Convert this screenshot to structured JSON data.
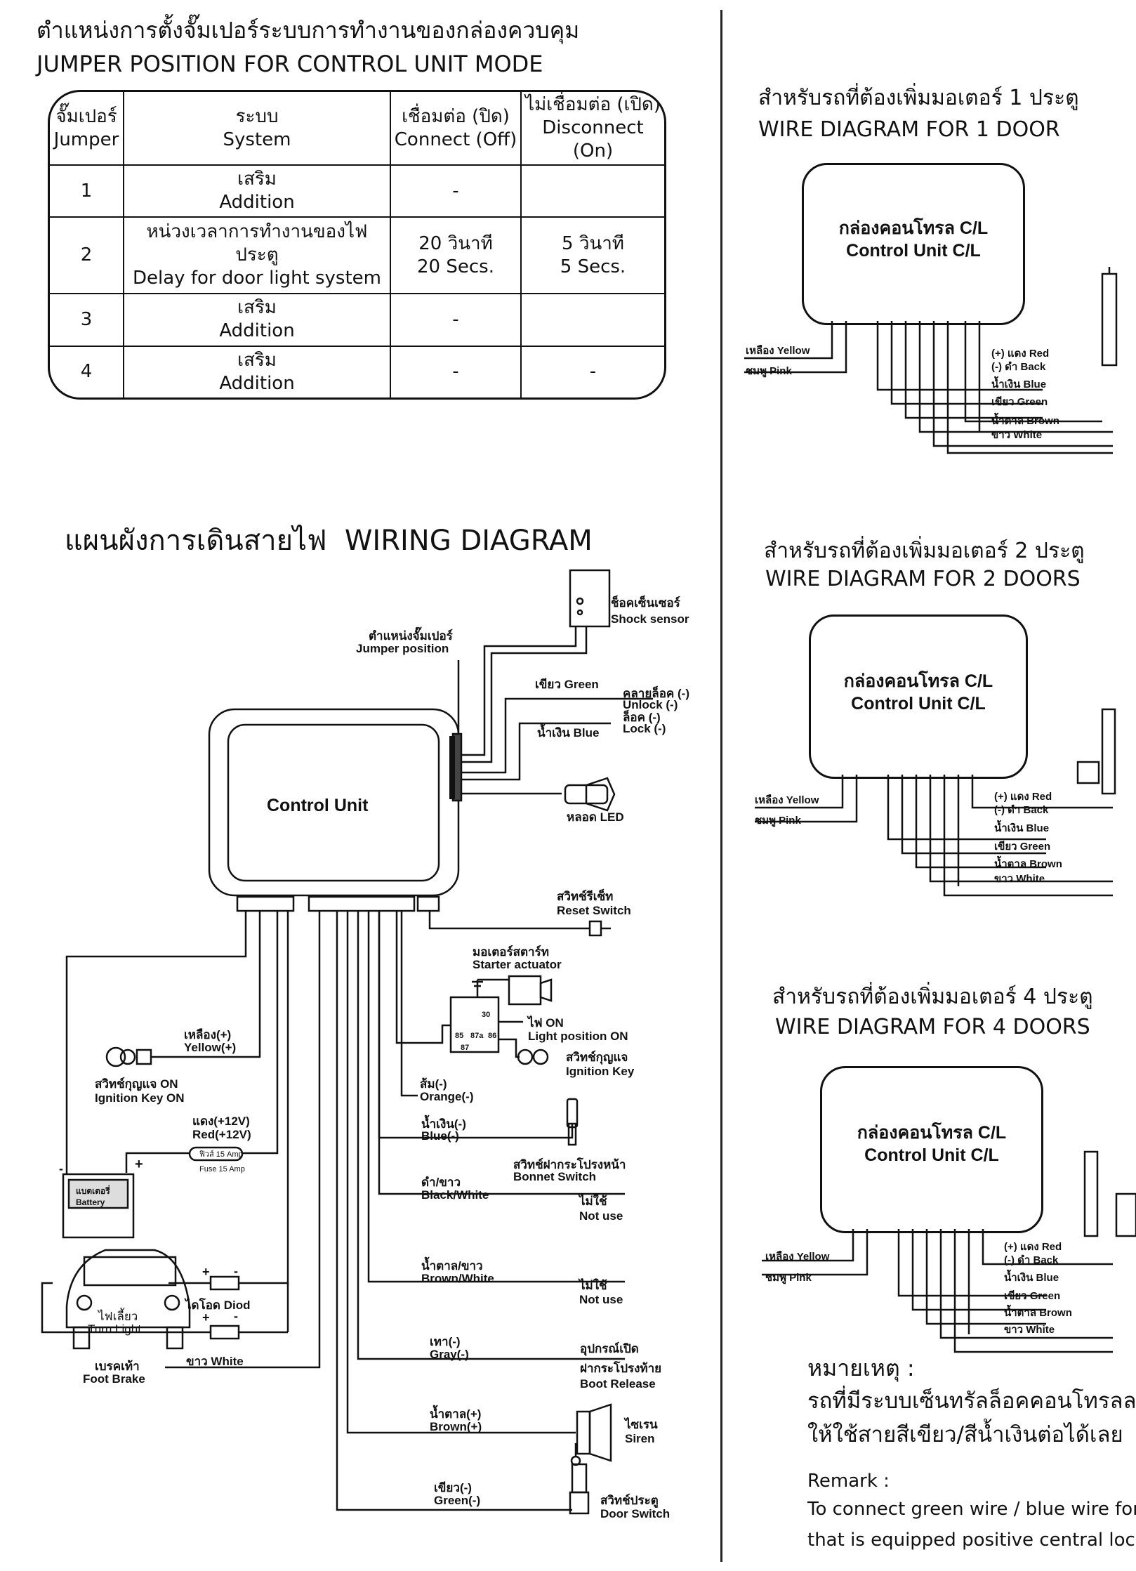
{
  "jumper_section": {
    "title_th": "ตำแหน่งการตั้งจั๊มเปอร์ระบบการทำงานของกล่องควบคุม",
    "title_en": "JUMPER POSITION FOR CONTROL UNIT MODE",
    "headers": [
      {
        "th": "จั๊มเปอร์",
        "en": "Jumper"
      },
      {
        "th": "ระบบ",
        "en": "System"
      },
      {
        "th": "เชื่อมต่อ (ปิด)",
        "en": "Connect (Off)"
      },
      {
        "th": "ไม่เชื่อมต่อ (เปิด)",
        "en": "Disconnect (On)"
      }
    ],
    "rows": [
      {
        "jumper": "1",
        "system_th": "เสริม",
        "system_en": "Addition",
        "connect_1": "-",
        "connect_2": "",
        "disconnect_1": "",
        "disconnect_2": ""
      },
      {
        "jumper": "2",
        "system_th": "หน่วงเวลาการทำงานของไฟประตู",
        "system_en": "Delay for door light system",
        "connect_1": "20 วินาที",
        "connect_2": "20 Secs.",
        "disconnect_1": "5 วินาที",
        "disconnect_2": "5 Secs."
      },
      {
        "jumper": "3",
        "system_th": "เสริม",
        "system_en": "Addition",
        "connect_1": "-",
        "connect_2": "",
        "disconnect_1": "",
        "disconnect_2": ""
      },
      {
        "jumper": "4",
        "system_th": "เสริม",
        "system_en": "Addition",
        "connect_1": "-",
        "connect_2": "",
        "disconnect_1": "-",
        "disconnect_2": ""
      }
    ]
  },
  "wiring": {
    "title": "แผนผังการเดินสายไฟ  WIRING DIAGRAM",
    "control_unit": "Control Unit",
    "labels": {
      "shock_th": "ช็อคเซ็นเซอร์",
      "shock_en": "Shock sensor",
      "jumper_th": "ตำแหน่งจั๊มเปอร์",
      "jumper_en": "Jumper position",
      "green": "เขียว Green",
      "unlock_th": "คลายล็อค (-)",
      "unlock_en": "Unlock (-)",
      "lock_th": "ล็อค (-)",
      "lock_en": "Lock (-)",
      "blue": "น้ำเงิน Blue",
      "led": "หลอด LED",
      "reset_th": "สวิทช์รีเซ็ท",
      "reset_en": "Reset Switch",
      "starter_th": "มอเตอร์สตาร์ท",
      "starter_en": "Starter actuator",
      "light_th": "ไฟ ON",
      "light_en": "Light position ON",
      "ignkey_th": "สวิทช์กุญแจ",
      "ignkey_en": "Ignition Key",
      "yellow_th": "เหลือง(+)",
      "yellow_en": "Yellow(+)",
      "ignon_th": "สวิทช์กุญแจ ON",
      "ignon_en": "Ignition Key ON",
      "red_th": "แดง(+12V)",
      "red_en": "Red(+12V)",
      "fuse_th": "ฟิวส์ 15 Amp",
      "fuse_en": "Fuse 15 Amp",
      "battery_th": "แบตเตอรี่",
      "battery_en": "Battery",
      "orange_th": "ส้ม(-)",
      "orange_en": "Orange(-)",
      "blue2_th": "น้ำเงิน(-)",
      "blue2_en": "Blue(-)",
      "bonnet_th": "สวิทช์ฝากระโปรงหน้า",
      "bonnet_en": "Bonnet Switch",
      "bw_th": "ดำ/ขาว",
      "bw_en": "Black/White",
      "notuse_th": "ไม่ใช้",
      "notuse_en": "Not use",
      "diode": "ไดโอด  Diod",
      "turn_th": "ไฟเลี้ยว",
      "turn_en": "Turn Light",
      "bw2_th": "น้ำตาล/ขาว",
      "bw2_en": "Brown/White",
      "footbrake_th": "เบรคเท้า",
      "footbrake_en": "Foot Brake",
      "white": "ขาว White",
      "gray_th": "เทา(-)",
      "gray_en": "Gray(-)",
      "boot_th1": "อุปกรณ์เปิด",
      "boot_th2": "ฝากระโปรงท้าย",
      "boot_en": "Boot Release",
      "brown_th": "น้ำตาล(+)",
      "brown_en": "Brown(+)",
      "siren_th": "ไซเรน",
      "siren_en": "Siren",
      "green2_th": "เขียว(-)",
      "green2_en": "Green(-)",
      "door_th": "สวิทช์ประตู",
      "door_en": "Door Switch",
      "relay": [
        "30",
        "85",
        "87a",
        "86",
        "87"
      ],
      "plus": "+",
      "minus": "-"
    }
  },
  "door_diagrams": [
    {
      "title_th": "สำหรับรถที่ต้องเพิ่มมอเตอร์ 1 ประตู",
      "title_en": "WIRE DIAGRAM FOR 1 DOOR"
    },
    {
      "title_th": "สำหรับรถที่ต้องเพิ่มมอเตอร์ 2 ประตู",
      "title_en": "WIRE DIAGRAM FOR 2 DOORS"
    },
    {
      "title_th": "สำหรับรถที่ต้องเพิ่มมอเตอร์ 4 ประตู",
      "title_en": "WIRE DIAGRAM FOR 4 DOORS"
    }
  ],
  "cl_unit": {
    "th": "กล่องคอนโทรล C/L",
    "en": "Control Unit C/L"
  },
  "door_wires": {
    "yellow": "เหลือง Yellow",
    "pink": "ชมพู Pink",
    "red": "(+) แดง Red",
    "back": "(-) ดำ Back",
    "blue": "น้ำเงิน Blue",
    "green": "เขียว Green",
    "brown": "น้ำตาล Brown",
    "white": "ขาว White"
  },
  "remark": {
    "th_head": "หมายเหตุ :",
    "th_1": "รถที่มีระบบเซ็นทรัลล็อคคอนโทรลลบ",
    "th_2": "ให้ใช้สายสีเขียว/สีน้ำเงินต่อได้เลย",
    "en_head": "Remark :",
    "en_1": "To connect green wire / blue wire for",
    "en_2": "that is equipped positive central lock"
  }
}
